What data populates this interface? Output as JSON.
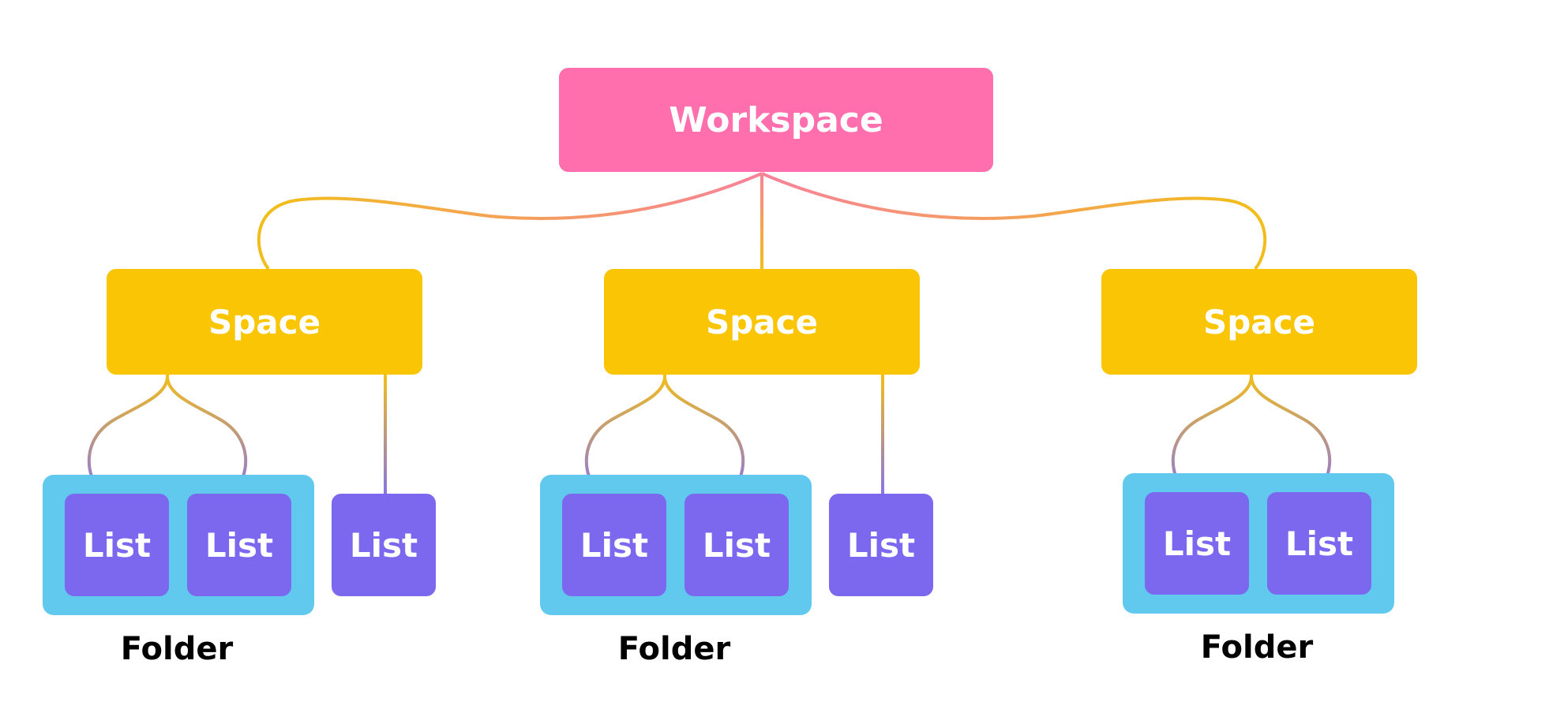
{
  "colors": {
    "workspace": "#FF6EAD",
    "space": "#F9C505",
    "folder": "#62C9EE",
    "list": "#7B68EE",
    "connector_pink": "#F6829A",
    "connector_yellow": "#F2BE1A",
    "connector_purple": "#8A73E6"
  },
  "workspace": {
    "label": "Workspace"
  },
  "spaces": [
    {
      "label": "Space",
      "folder": {
        "label": "Folder",
        "lists": [
          "List",
          "List"
        ]
      },
      "standalone_list": "List"
    },
    {
      "label": "Space",
      "folder": {
        "label": "Folder",
        "lists": [
          "List",
          "List"
        ]
      },
      "standalone_list": "List"
    },
    {
      "label": "Space",
      "folder": {
        "label": "Folder",
        "lists": [
          "List",
          "List"
        ]
      }
    }
  ]
}
